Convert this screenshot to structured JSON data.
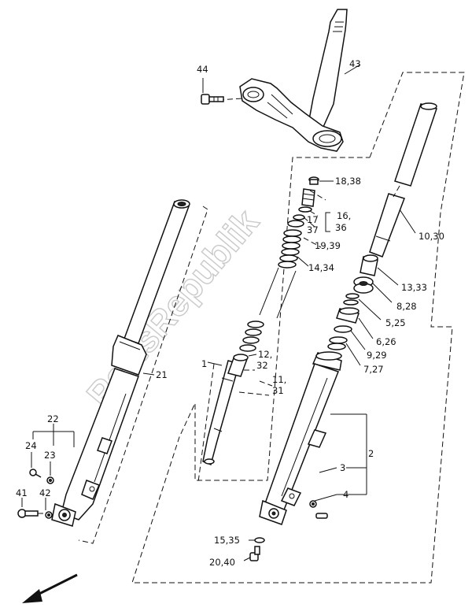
{
  "watermark": "PartsRepublik",
  "labels": {
    "p44": "44",
    "p43": "43",
    "p18": "18,38",
    "p16a": "16,",
    "p16b": "36",
    "p17a": "17",
    "p17b": "37",
    "p10": "10,30",
    "p19": "19,39",
    "p14": "14,34",
    "p13": "13,33",
    "p8": "8,28",
    "p5": "5,25",
    "p6": "6,26",
    "p9": "9,29",
    "p7": "7,27",
    "p12a": "12,",
    "p12b": "32",
    "p11a": "11,",
    "p11b": "31",
    "p1": "1",
    "p21": "21",
    "p22": "22",
    "p24": "24",
    "p23": "23",
    "p41": "41",
    "p42": "42",
    "p2": "2",
    "p3": "3",
    "p4": "4",
    "p15": "15,35",
    "p20": "20,40"
  }
}
